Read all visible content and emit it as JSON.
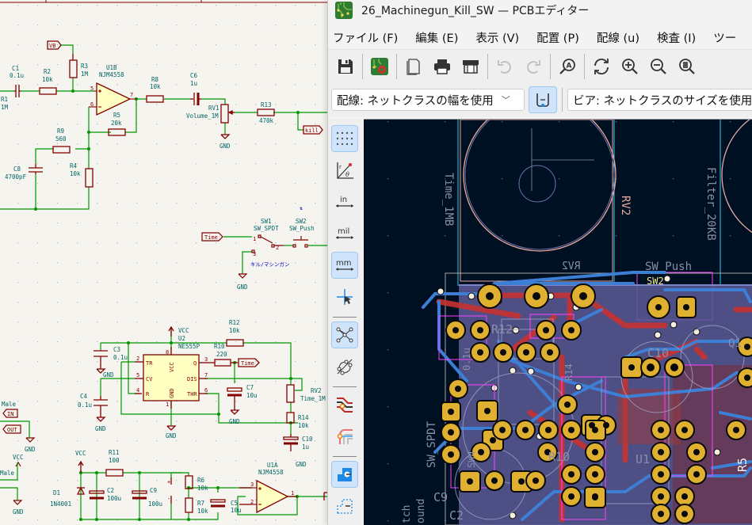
{
  "window": {
    "title": "26_Machinegun_Kill_SW — PCBエディター",
    "app_icon": "pcbnew-icon"
  },
  "menubar": {
    "items": [
      {
        "label": "ファイル (F)"
      },
      {
        "label": "編集 (E)"
      },
      {
        "label": "表示 (V)"
      },
      {
        "label": "配置 (P)"
      },
      {
        "label": "配線 (u)"
      },
      {
        "label": "検査 (I)"
      },
      {
        "label": "ツー"
      }
    ]
  },
  "toolbar": {
    "buttons": [
      {
        "icon": "save-icon"
      },
      {
        "icon": "board-setup-icon"
      },
      {
        "icon": "page-settings-icon"
      },
      {
        "icon": "print-icon"
      },
      {
        "icon": "plot-icon"
      },
      {
        "icon": "undo-icon",
        "enabled": false
      },
      {
        "icon": "redo-icon",
        "enabled": false
      },
      {
        "icon": "find-icon"
      },
      {
        "icon": "refresh-icon"
      },
      {
        "icon": "zoom-in-icon"
      },
      {
        "icon": "zoom-out-icon"
      },
      {
        "icon": "zoom-fit-icon"
      }
    ]
  },
  "toolbar2": {
    "track_width": "配線: ネットクラスの幅を使用",
    "via_size": "ビア: ネットクラスのサイズを使用",
    "auto_width_active": true
  },
  "left_toolbar": {
    "buttons": [
      {
        "icon": "grid-icon",
        "active": true
      },
      {
        "icon": "polar-coords-icon",
        "active": false
      },
      {
        "icon": "unit-inch-icon",
        "label": "in",
        "active": false
      },
      {
        "icon": "unit-mil-icon",
        "label": "mil",
        "active": false
      },
      {
        "icon": "unit-mm-icon",
        "label": "mm",
        "active": true
      },
      {
        "icon": "cursor-crosshair-icon",
        "active": false
      },
      {
        "icon": "ratsnest-icon",
        "active": true
      },
      {
        "icon": "curved-ratsnest-icon",
        "active": false
      },
      {
        "icon": "track-display-icon",
        "active": false
      },
      {
        "icon": "via-display-icon",
        "active": false
      },
      {
        "icon": "pad-display-icon",
        "active": true
      },
      {
        "icon": "footprint-outline-icon",
        "active": false
      }
    ]
  },
  "pcb": {
    "labels": {
      "time_pot": "Time_1MB",
      "rv2_ref": "RV2",
      "rv2_ref_bottom": "RV2",
      "filter_pot": "Filter_20KB",
      "sw_push": "SW_Push",
      "sw2_ref": "SW2",
      "sw_spdt": "SW_SPDT",
      "sw4": "SW4",
      "r12": "R12",
      "r10": "R10",
      "r5": "R5",
      "u1": "U1",
      "c10": "C10",
      "c9": "C9",
      "c2": "C2",
      "q1": "Q1",
      "c3_val": "0.1u",
      "r14_val": "R14",
      "ground_lbl": "ound",
      "tch": "tch"
    }
  },
  "schematic": {
    "labels": {
      "vb": "VB",
      "kill": "kill",
      "time1": "Time",
      "time2": "Time",
      "in": "IN",
      "out": "OUT",
      "male1": "Male",
      "male2": "Male"
    },
    "components": {
      "c1": {
        "ref": "C1",
        "value": "0.1u"
      },
      "r1": {
        "ref": "R1",
        "value": "1M"
      },
      "r2": {
        "ref": "R2",
        "value": "10k"
      },
      "r3": {
        "ref": "R3",
        "value": "1M"
      },
      "u1b": {
        "ref": "U1B",
        "value": "NJM4558"
      },
      "r5": {
        "ref": "R5",
        "value": "20k"
      },
      "r8": {
        "ref": "R8",
        "value": "10k"
      },
      "c6": {
        "ref": "C6",
        "value": "1u"
      },
      "rv1": {
        "ref": "RV1",
        "value": "Volume_1M"
      },
      "r13": {
        "ref": "R13",
        "value": "470k"
      },
      "r9": {
        "ref": "R9",
        "value": "560"
      },
      "c8": {
        "ref": "C8",
        "value": "4700pF"
      },
      "r4": {
        "ref": "R4",
        "value": "10k"
      },
      "sw1": {
        "ref": "SW1",
        "value": "SW_SPDT"
      },
      "sw2": {
        "ref": "SW2",
        "value": "SW_Push"
      },
      "sw_note": "キル/マシンガン",
      "c3": {
        "ref": "C3",
        "value": "0.1u"
      },
      "u2": {
        "ref": "U2",
        "value": "NE555P"
      },
      "r12": {
        "ref": "R12",
        "value": "10k"
      },
      "r10": {
        "ref": "R10",
        "value": "220"
      },
      "c7": {
        "ref": "C7",
        "value": "10u"
      },
      "rv2": {
        "ref": "RV2",
        "value": "Time_1M"
      },
      "r14": {
        "ref": "R14",
        "value": "10k"
      },
      "c10": {
        "ref": "C10",
        "value": "1u"
      },
      "c4": {
        "ref": "C4",
        "value": "0.1u"
      },
      "r11": {
        "ref": "R11",
        "value": "100"
      },
      "d1": {
        "ref": "D1",
        "value": "1N4001"
      },
      "c2": {
        "ref": "C2",
        "value": "100u"
      },
      "c9": {
        "ref": "C9",
        "value": "100u"
      },
      "r6": {
        "ref": "R6",
        "value": "10k"
      },
      "r7": {
        "ref": "R7",
        "value": "10k"
      },
      "c5": {
        "ref": "C5",
        "value": "10u"
      },
      "u1a": {
        "ref": "U1A",
        "value": "NJM4558"
      }
    },
    "power": {
      "gnd": "GND",
      "vcc": "VCC"
    },
    "u2_pins": {
      "tr": "TR",
      "cv": "CV",
      "r": "R",
      "q": "Q",
      "dis": "DIS",
      "thr": "THR",
      "vcc": "VCC",
      "gnd": "GND"
    }
  }
}
